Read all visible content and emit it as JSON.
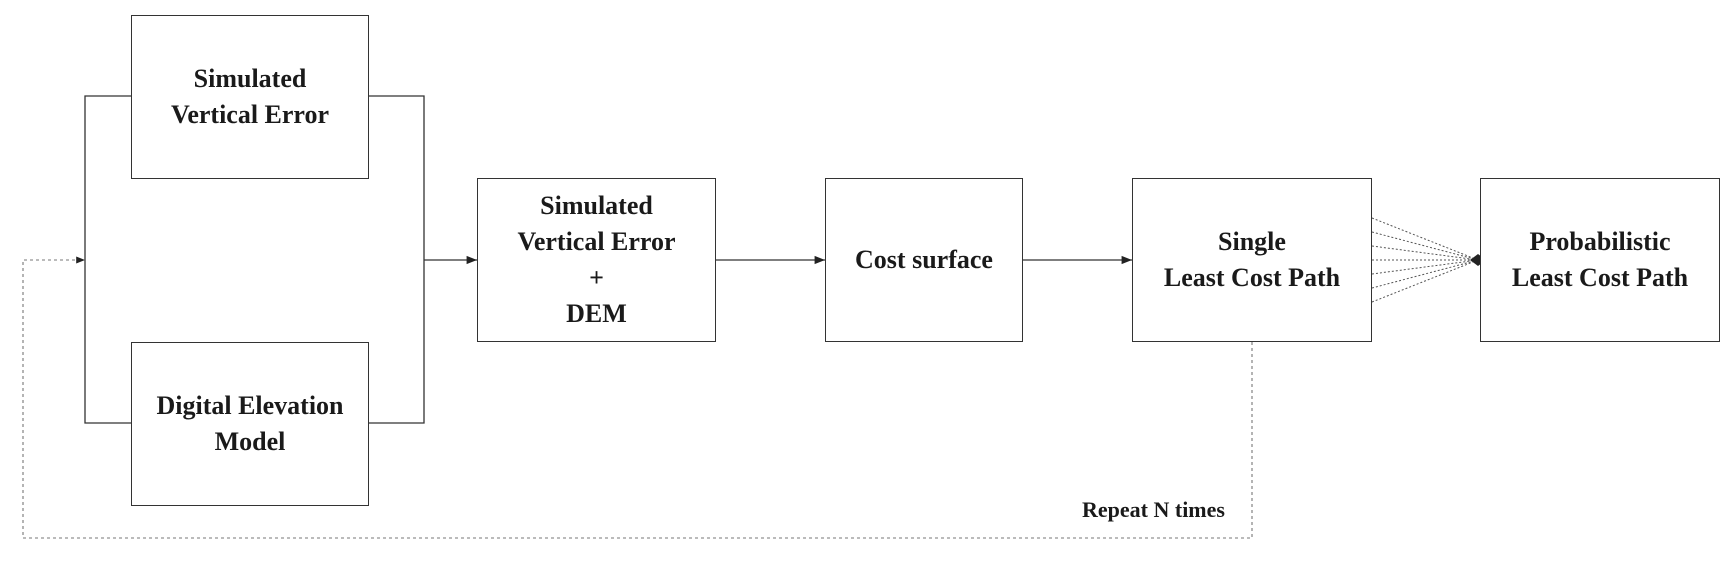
{
  "diagram": {
    "nodes": {
      "error": {
        "line1": "Simulated",
        "line2": "Vertical Error"
      },
      "dem": {
        "line1": "Digital Elevation",
        "line2": "Model"
      },
      "sum": {
        "line1": "Simulated",
        "line2": "Vertical Error",
        "line3": "+",
        "line4": "DEM"
      },
      "cost": {
        "line1": "Cost surface"
      },
      "single": {
        "line1": "Single",
        "line2": "Least Cost Path"
      },
      "prob": {
        "line1": "Probabilistic",
        "line2": "Least Cost Path"
      }
    },
    "loop_label": "Repeat N times"
  }
}
